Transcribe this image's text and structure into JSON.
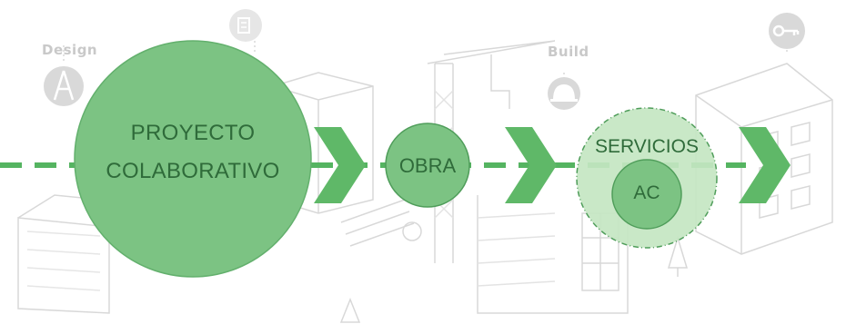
{
  "phase_labels": {
    "design": "Design",
    "build": "Build"
  },
  "stages": {
    "proyecto": {
      "line1": "PROYECTO",
      "line2": "COLABORATIVO"
    },
    "obra": {
      "label": "OBRA"
    },
    "servicios": {
      "label": "SERVICIOS"
    },
    "ac": {
      "label": "AC"
    }
  },
  "colors": {
    "circle_fill": "#7cc383",
    "circle_fill_light": "#c4e6c2",
    "circle_stroke": "#4f9d5a",
    "arrow": "#5fb868",
    "text": "#2f6b3a"
  },
  "icons": [
    "drafting-compass-icon",
    "building-icon",
    "hard-hat-icon",
    "key-icon"
  ]
}
